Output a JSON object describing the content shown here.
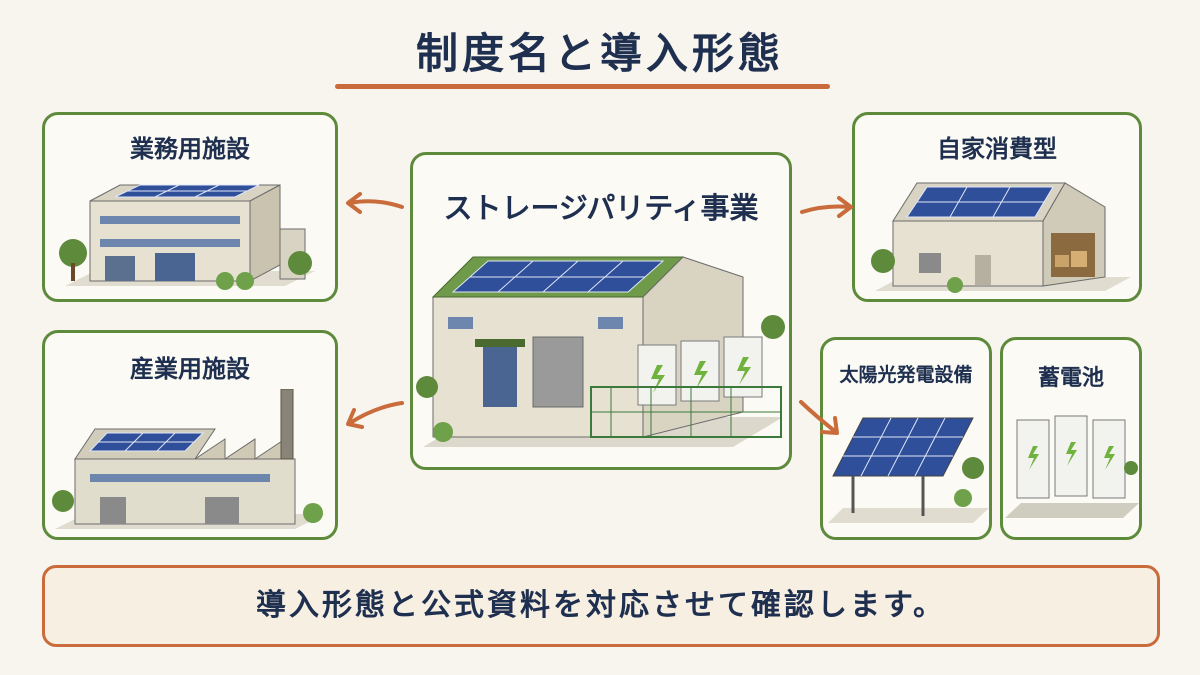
{
  "title": "制度名と導入形態",
  "center": {
    "label": "ストレージパリティ事業"
  },
  "nodes": {
    "business": {
      "label": "業務用施設"
    },
    "industrial": {
      "label": "産業用施設"
    },
    "self": {
      "label": "自家消費型"
    },
    "solar": {
      "label": "太陽光発電設備"
    },
    "battery": {
      "label": "蓄電池"
    }
  },
  "note": {
    "text": "導入形態と公式資料を対応させて確認します。"
  },
  "colors": {
    "card_border": "#5e8a3c",
    "arrow": "#c96b3b",
    "title_text": "#1f2f4f",
    "solar_panel": "#2f4f9a"
  }
}
